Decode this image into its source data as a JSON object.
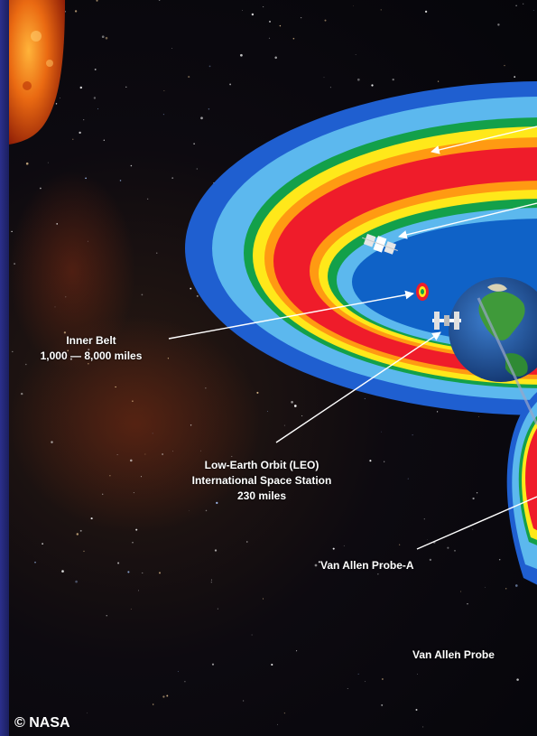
{
  "colors": {
    "outer_belt_dark": "#1f5fd0",
    "outer_belt_light": "#5cb8ee",
    "belt_green": "#13a04a",
    "belt_yellow": "#ffe81a",
    "belt_orange": "#ff9a12",
    "belt_red": "#ef1c2a",
    "slot_region": "#0f62c7",
    "earth_ocean": "#1e4f9a",
    "arrow": "#ffffff"
  },
  "icons": [
    "sun-icon",
    "earth-icon",
    "satellite-icon",
    "space-station-icon",
    "star-field-icon"
  ],
  "labels": {
    "inner_belt_name": "Inner Belt",
    "inner_belt_range": "1,000 — 8,000 miles",
    "leo_line1": "Low-Earth Orbit (LEO)",
    "leo_line2": "International Space Station",
    "leo_line3": "230 miles",
    "probe_a": "Van Allen Probe-A",
    "probe_b": "Van Allen Probe"
  },
  "credit": "© NASA"
}
